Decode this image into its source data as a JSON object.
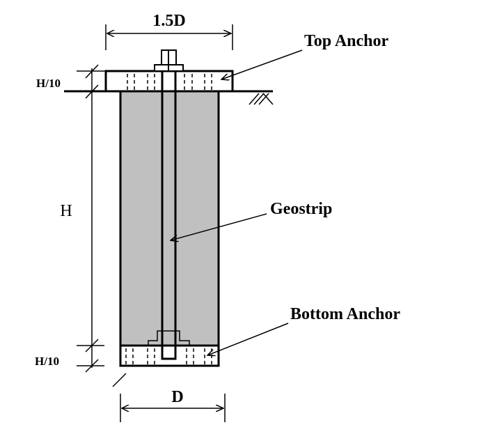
{
  "labels": {
    "top_width": "1.5D",
    "bottom_width": "D",
    "height": "H",
    "top_thickness": "H/10",
    "bottom_thickness": "H/10",
    "top_anchor": "Top Anchor",
    "geostrip": "Geostrip",
    "bottom_anchor": "Bottom Anchor"
  },
  "colors": {
    "column_fill": "#c0c0c0",
    "line": "#000000"
  }
}
